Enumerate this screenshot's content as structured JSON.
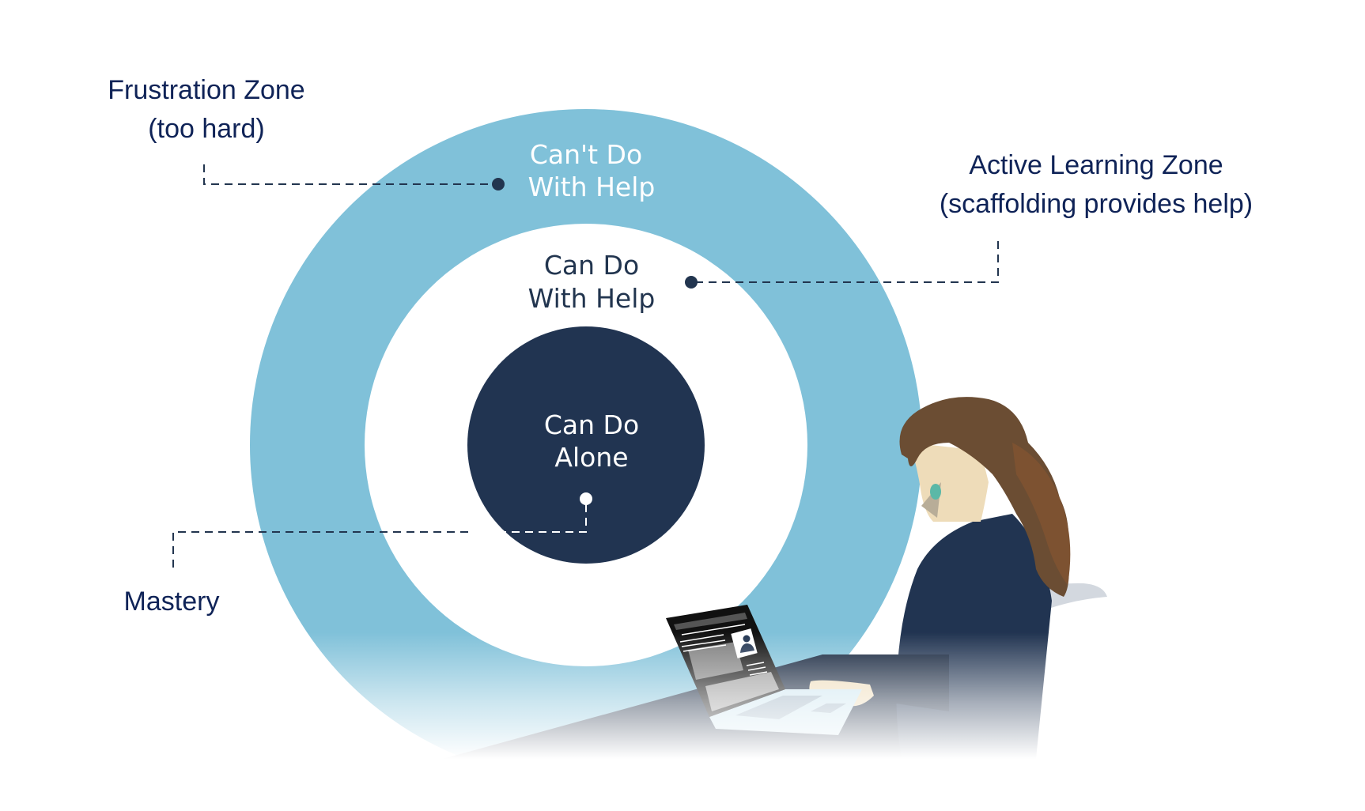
{
  "diagram": {
    "title": "Zone of Proximal Development",
    "rings": [
      {
        "id": "outer",
        "lines": [
          "Can't Do",
          "With Help"
        ],
        "color": "#80c1d9",
        "text_color": "#ffffff"
      },
      {
        "id": "middle",
        "lines": [
          "Can Do",
          "With Help"
        ],
        "color": "#ffffff",
        "text_color": "#22354f"
      },
      {
        "id": "inner",
        "lines": [
          "Can Do",
          "Alone"
        ],
        "color": "#213451",
        "text_color": "#ffffff"
      }
    ],
    "callouts": {
      "frustration": {
        "lines": [
          "Frustration Zone",
          "(too hard)"
        ],
        "points_to": "outer"
      },
      "active": {
        "lines": [
          "Active Learning Zone",
          "(scaffolding provides help)"
        ],
        "points_to": "middle"
      },
      "mastery": {
        "lines": [
          "Mastery"
        ],
        "points_to": "inner"
      }
    },
    "colors": {
      "label_text": "#0f2357",
      "connector": "#22354f",
      "connector_on_dark": "#ffffff",
      "hair": "#6b4d33",
      "hair_highlight": "#7d5231",
      "skin": "#eedcb9",
      "skin_shadow": "#b8ad98",
      "earring": "#5bb8a7",
      "jacket": "#213451",
      "chair": "#d3d8df",
      "desk": "#0f1f38",
      "laptop_base": "#cde6f0"
    },
    "illustration": {
      "subject": "woman working at laptop"
    }
  }
}
